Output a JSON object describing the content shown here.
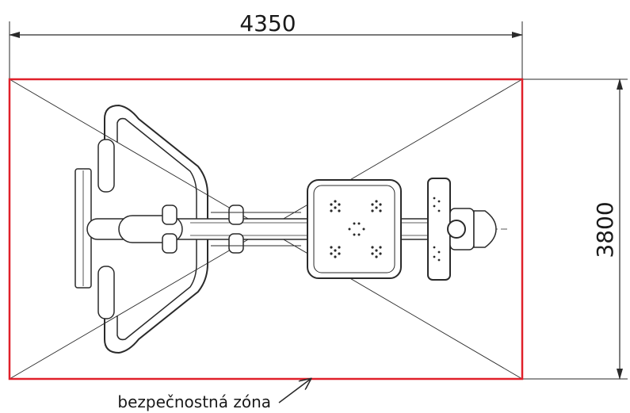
{
  "dimensions": {
    "width_label": "4350",
    "height_label": "3800"
  },
  "caption": {
    "text": "bezpečnostná zóna"
  },
  "colors": {
    "safety_zone": "#e0202a",
    "line": "#2a2a2a"
  }
}
